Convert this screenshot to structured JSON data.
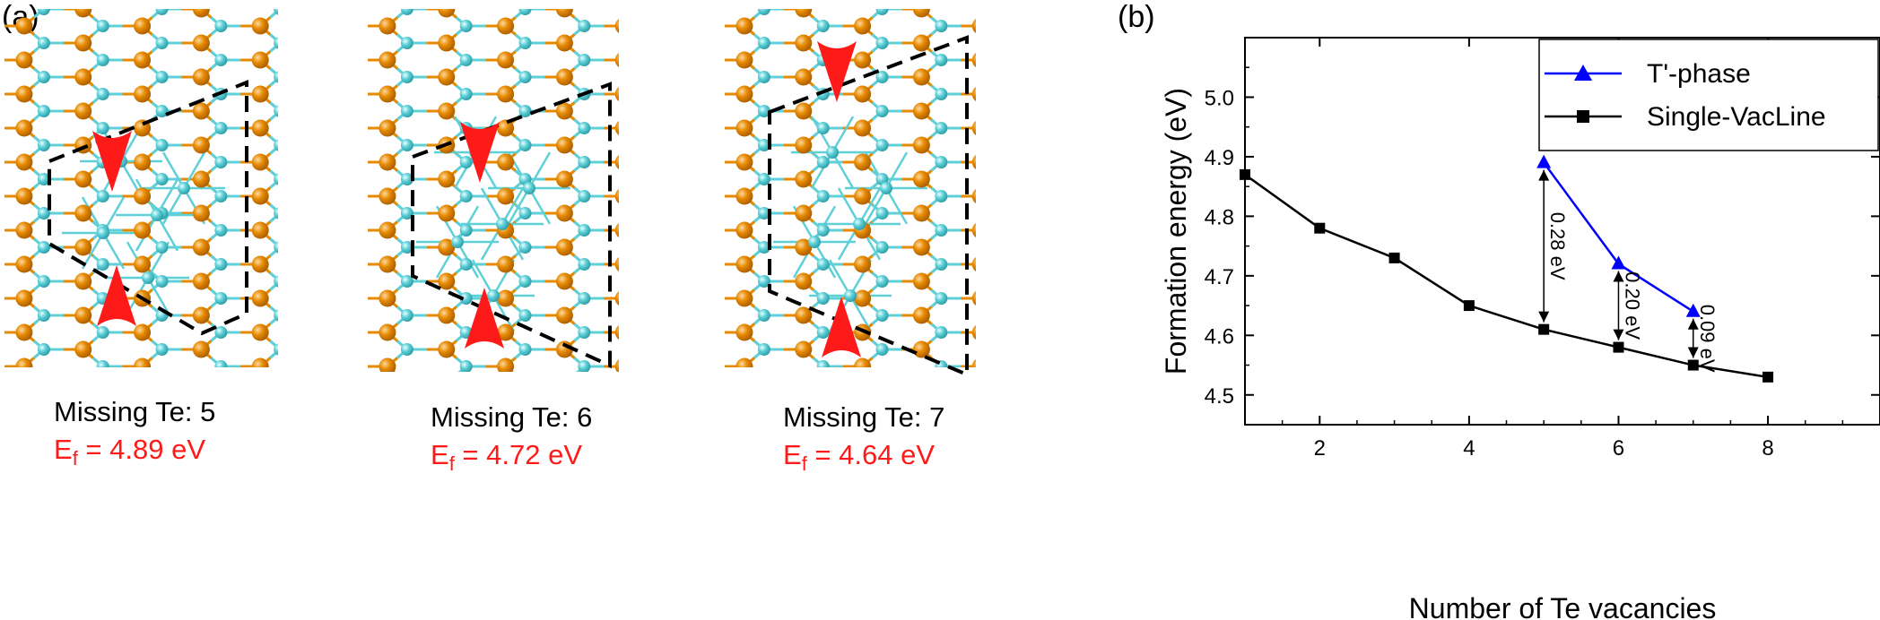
{
  "panel_a": {
    "label": "(a)",
    "structures": [
      {
        "missing_label": "Missing Te: 5",
        "ef_prefix": "E",
        "ef_sub": "f",
        "ef_value": " = 4.89 eV"
      },
      {
        "missing_label": "Missing Te: 6",
        "ef_prefix": "E",
        "ef_sub": "f",
        "ef_value": " = 4.72 eV"
      },
      {
        "missing_label": "Missing Te: 7",
        "ef_prefix": "E",
        "ef_sub": "f",
        "ef_value": " = 4.64 eV"
      }
    ],
    "colors": {
      "te_atom": "#e68a00",
      "metal_atom": "#5fd0d8",
      "arrow": "#ff1a1a",
      "dashed": "#000000"
    }
  },
  "panel_b": {
    "label": "(b)"
  },
  "chart_data": {
    "type": "line",
    "xlabel": "Number of Te vacancies",
    "ylabel": "Formation energy (eV)",
    "xlim": [
      1,
      9.5
    ],
    "ylim": [
      4.45,
      5.1
    ],
    "xticks": [
      2,
      4,
      6,
      8
    ],
    "yticks": [
      4.5,
      4.6,
      4.7,
      4.8,
      4.9,
      5.0
    ],
    "xtick_labels": [
      "2",
      "4",
      "6",
      "8"
    ],
    "ytick_labels": [
      "4.5",
      "4.6",
      "4.7",
      "4.8",
      "4.9",
      "5.0"
    ],
    "legend_position": "top-right",
    "series": [
      {
        "name": "T'-phase",
        "color": "#0000ff",
        "marker": "triangle",
        "x": [
          5,
          6,
          7
        ],
        "y": [
          4.89,
          4.72,
          4.64
        ]
      },
      {
        "name": "Single-VacLine",
        "color": "#000000",
        "marker": "square",
        "x": [
          1,
          2,
          3,
          4,
          5,
          6,
          7,
          8
        ],
        "y": [
          4.87,
          4.78,
          4.73,
          4.65,
          4.61,
          4.58,
          4.55,
          4.53
        ]
      }
    ],
    "annotations": [
      {
        "x": 5,
        "y_top": 4.89,
        "y_bottom": 4.61,
        "text": "0.28 eV"
      },
      {
        "x": 6,
        "y_top": 4.72,
        "y_bottom": 4.58,
        "text": "0.20 eV"
      },
      {
        "x": 7,
        "y_top": 4.64,
        "y_bottom": 4.55,
        "text": "0.09 eV"
      }
    ]
  }
}
